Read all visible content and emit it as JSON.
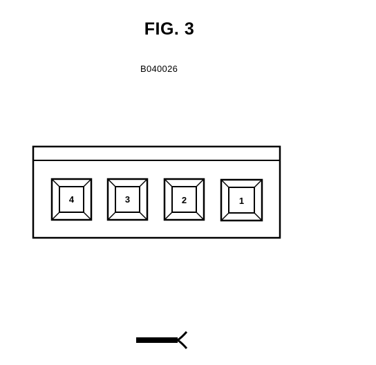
{
  "figure": {
    "title": "FIG. 3",
    "code": "B040026"
  },
  "panel": {
    "buttons": [
      {
        "label": "4"
      },
      {
        "label": "3"
      },
      {
        "label": "2"
      },
      {
        "label": "1"
      }
    ]
  },
  "connector_icon": "wire-connector-icon",
  "colors": {
    "ink": "#000000",
    "paper": "#ffffff"
  }
}
